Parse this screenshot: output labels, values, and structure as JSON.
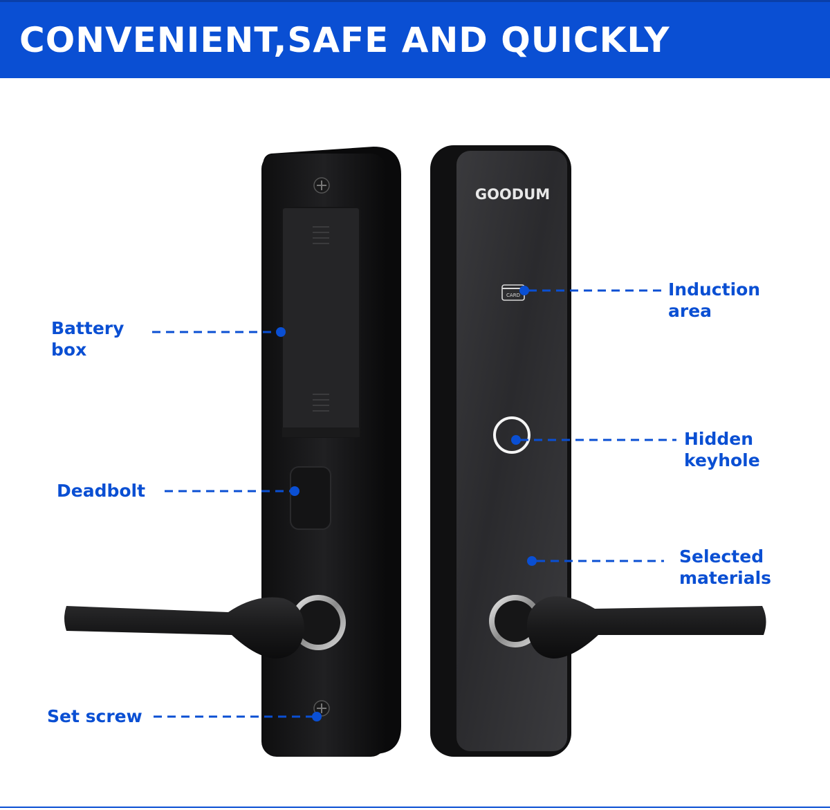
{
  "banner": {
    "title": "CONVENIENT,SAFE AND QUICKLY"
  },
  "product": {
    "brand": "GOODUM",
    "card_text": "CARD"
  },
  "callouts": {
    "battery": {
      "line1": "Battery",
      "line2": "box"
    },
    "deadbolt": {
      "line1": "Deadbolt"
    },
    "set_screw": {
      "line1": "Set screw"
    },
    "induction": {
      "line1": "Induction",
      "line2": "area"
    },
    "keyhole": {
      "line1": "Hidden",
      "line2": "keyhole"
    },
    "materials": {
      "line1": "Selected",
      "line2": "materials"
    }
  },
  "colors": {
    "accent": "#0a4fd3",
    "lock_body": "#1c1c1e",
    "background": "#ffffff"
  }
}
